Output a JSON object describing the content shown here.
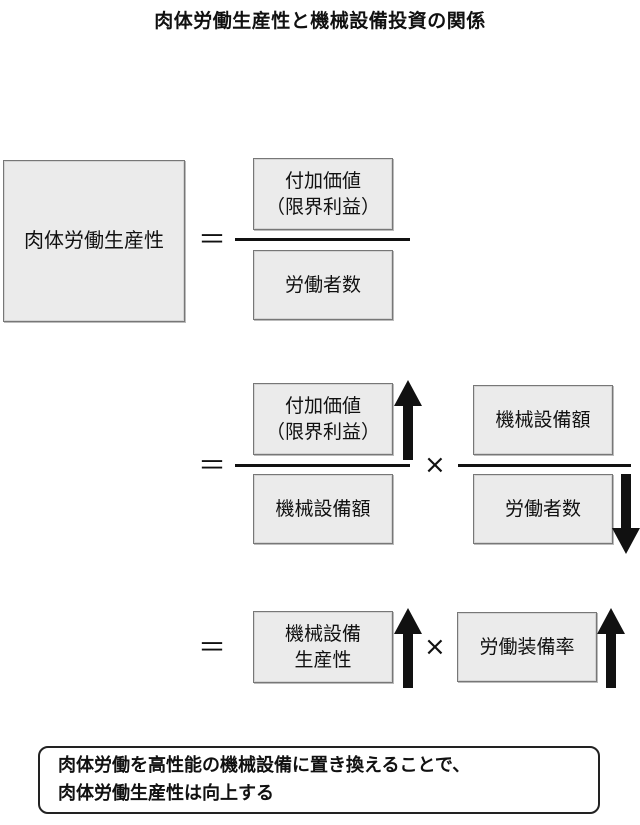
{
  "title": "肉体労働生産性と機械設備投資の関係",
  "row1": {
    "lhs": "肉体労働生産性",
    "equals": "＝",
    "numerator_line1": "付加価値",
    "numerator_line2": "（限界利益）",
    "denominator": "労働者数"
  },
  "row2": {
    "equals": "＝",
    "frac1_num_line1": "付加価値",
    "frac1_num_line2": "（限界利益）",
    "frac1_den": "機械設備額",
    "times": "×",
    "frac2_num": "機械設備額",
    "frac2_den": "労働者数",
    "arrows": [
      "up",
      "down"
    ]
  },
  "row3": {
    "equals": "＝",
    "term1_line1": "機械設備",
    "term1_line2": "生産性",
    "times": "×",
    "term2": "労働装備率",
    "arrows": [
      "up",
      "up"
    ]
  },
  "note": {
    "line1": "肉体労働を高性能の機械設備に置き換えることで、",
    "line2": "肉体労働生産性は向上する"
  }
}
